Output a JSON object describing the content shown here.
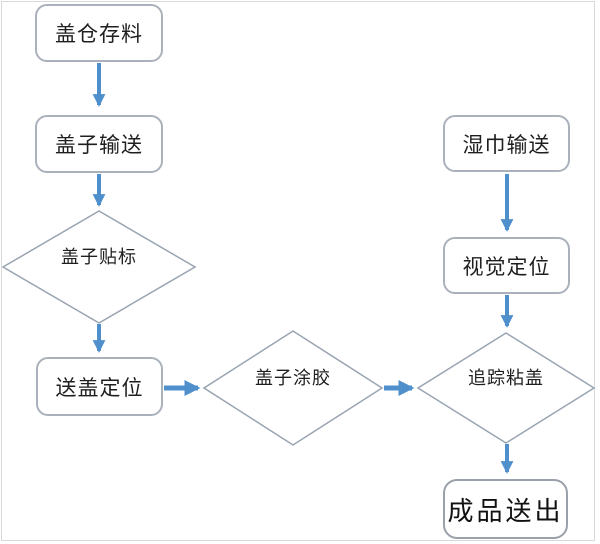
{
  "diagram": {
    "type": "flowchart",
    "background_color": "#ffffff",
    "frame_color": "#d9d9d9",
    "arrow_color": "#4f8fcb",
    "box_border_color": "#aab1bb",
    "diamond_border_color": "#99a4b2",
    "text_color": "#1f1f1f",
    "nodes": [
      {
        "id": "cap-storage",
        "shape": "rounded-rect",
        "label": "盖仓存料"
      },
      {
        "id": "cap-conveying",
        "shape": "rounded-rect",
        "label": "盖子输送"
      },
      {
        "id": "cap-labeling",
        "shape": "diamond",
        "label": "盖子贴标"
      },
      {
        "id": "cap-feed-positioning",
        "shape": "rounded-rect",
        "label": "送盖定位"
      },
      {
        "id": "cap-gluing",
        "shape": "diamond",
        "label": "盖子涂胶"
      },
      {
        "id": "wipes-conveying",
        "shape": "rounded-rect",
        "label": "湿巾输送"
      },
      {
        "id": "vision-positioning",
        "shape": "rounded-rect",
        "label": "视觉定位"
      },
      {
        "id": "tracking-capping",
        "shape": "diamond",
        "label": "追踪粘盖"
      },
      {
        "id": "finished-product-output",
        "shape": "rounded-rect",
        "label": "成品送出"
      }
    ],
    "edges": [
      {
        "from": "cap-storage",
        "to": "cap-conveying"
      },
      {
        "from": "cap-conveying",
        "to": "cap-labeling"
      },
      {
        "from": "cap-labeling",
        "to": "cap-feed-positioning"
      },
      {
        "from": "cap-feed-positioning",
        "to": "cap-gluing"
      },
      {
        "from": "cap-gluing",
        "to": "tracking-capping"
      },
      {
        "from": "wipes-conveying",
        "to": "vision-positioning"
      },
      {
        "from": "vision-positioning",
        "to": "tracking-capping"
      },
      {
        "from": "tracking-capping",
        "to": "finished-product-output"
      }
    ]
  }
}
